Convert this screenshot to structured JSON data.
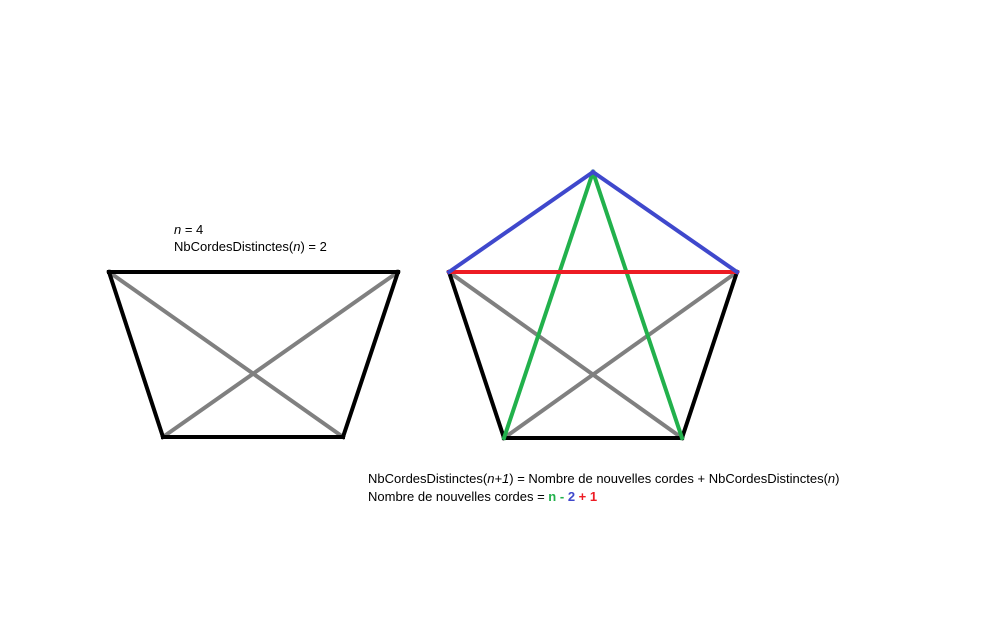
{
  "diagram": {
    "colors": {
      "polygon_edge": "#000000",
      "old_chord": "#808080",
      "new_edge": "#3f48cc",
      "removed_edge_now_chord": "#ed1c24",
      "new_chord": "#22b14c"
    }
  },
  "labels": {
    "n_var": "n",
    "n_eq": " = 4",
    "chords_prefix": "NbCordesDistinctes(",
    "chords_var": "n",
    "chords_suffix": ") = 2",
    "recur_prefix": "NbCordesDistinctes(",
    "recur_var": "n+1",
    "recur_mid": ") = Nombre de nouvelles cordes + NbCordesDistinctes(",
    "recur_var2": "n",
    "recur_suffix": ")",
    "new_prefix": "Nombre de nouvelles cordes = ",
    "new_n": "n",
    "new_minus": " - ",
    "new_2": "2",
    "new_plus": " + ",
    "new_1": "1"
  }
}
